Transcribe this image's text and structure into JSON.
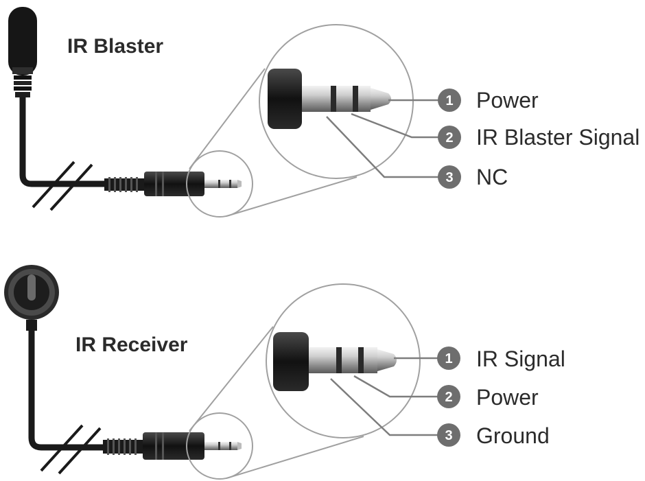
{
  "colors": {
    "cable": "#1a1a1a",
    "ring": "#a0a0a0",
    "leader": "#7d7d7d",
    "badge": "#6e6e6e",
    "text": "#2b2b2b"
  },
  "diagrams": [
    {
      "id": "ir-blaster",
      "title": "IR Blaster",
      "device_icon": "ir-blaster-emitter-icon",
      "pins": [
        {
          "number": "1",
          "label": "Power"
        },
        {
          "number": "2",
          "label": "IR Blaster Signal"
        },
        {
          "number": "3",
          "label": "NC"
        }
      ]
    },
    {
      "id": "ir-receiver",
      "title": "IR Receiver",
      "device_icon": "ir-receiver-eye-icon",
      "pins": [
        {
          "number": "1",
          "label": "IR Signal"
        },
        {
          "number": "2",
          "label": "Power"
        },
        {
          "number": "3",
          "label": "Ground"
        }
      ]
    }
  ]
}
